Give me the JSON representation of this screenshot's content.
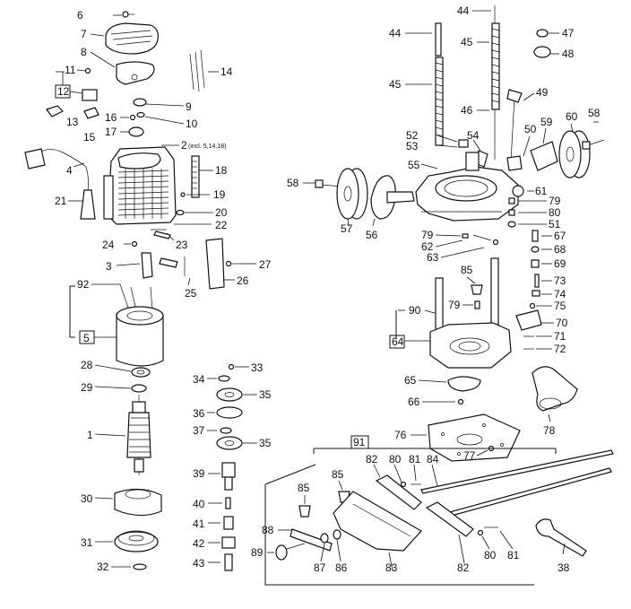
{
  "labels": [
    {
      "id": "p6",
      "text": "6"
    },
    {
      "id": "p7",
      "text": "7"
    },
    {
      "id": "p8",
      "text": "8"
    },
    {
      "id": "p11",
      "text": "11"
    },
    {
      "id": "p12",
      "text": "12"
    },
    {
      "id": "p13",
      "text": "13"
    },
    {
      "id": "p15",
      "text": "15"
    },
    {
      "id": "p16",
      "text": "16"
    },
    {
      "id": "p17",
      "text": "17"
    },
    {
      "id": "p9",
      "text": "9"
    },
    {
      "id": "p10",
      "text": "10"
    },
    {
      "id": "p14",
      "text": "14"
    },
    {
      "id": "p2",
      "text": "2"
    },
    {
      "id": "p2note",
      "text": "(incl. 5,14,18)"
    },
    {
      "id": "p4",
      "text": "4"
    },
    {
      "id": "p18",
      "text": "18"
    },
    {
      "id": "p19",
      "text": "19"
    },
    {
      "id": "p21",
      "text": "21"
    },
    {
      "id": "p20",
      "text": "20"
    },
    {
      "id": "p22",
      "text": "22"
    },
    {
      "id": "p24",
      "text": "24"
    },
    {
      "id": "p23",
      "text": "23"
    },
    {
      "id": "p3",
      "text": "3"
    },
    {
      "id": "p25",
      "text": "25"
    },
    {
      "id": "p27",
      "text": "27"
    },
    {
      "id": "p26",
      "text": "26"
    },
    {
      "id": "p92",
      "text": "92"
    },
    {
      "id": "p5",
      "text": "5"
    },
    {
      "id": "p28",
      "text": "28"
    },
    {
      "id": "p29",
      "text": "29"
    },
    {
      "id": "p1",
      "text": "1"
    },
    {
      "id": "p30",
      "text": "30"
    },
    {
      "id": "p31",
      "text": "31"
    },
    {
      "id": "p32",
      "text": "32"
    },
    {
      "id": "p33",
      "text": "33"
    },
    {
      "id": "p34",
      "text": "34"
    },
    {
      "id": "p35a",
      "text": "35"
    },
    {
      "id": "p36",
      "text": "36"
    },
    {
      "id": "p37",
      "text": "37"
    },
    {
      "id": "p35b",
      "text": "35"
    },
    {
      "id": "p39",
      "text": "39"
    },
    {
      "id": "p40",
      "text": "40"
    },
    {
      "id": "p41",
      "text": "41"
    },
    {
      "id": "p42",
      "text": "42"
    },
    {
      "id": "p43",
      "text": "43"
    },
    {
      "id": "p44a",
      "text": "44"
    },
    {
      "id": "p44b",
      "text": "44"
    },
    {
      "id": "p45a",
      "text": "45"
    },
    {
      "id": "p45b",
      "text": "45"
    },
    {
      "id": "p47",
      "text": "47"
    },
    {
      "id": "p48",
      "text": "48"
    },
    {
      "id": "p49",
      "text": "49"
    },
    {
      "id": "p46",
      "text": "46"
    },
    {
      "id": "p52",
      "text": "52"
    },
    {
      "id": "p53",
      "text": "53"
    },
    {
      "id": "p54",
      "text": "54"
    },
    {
      "id": "p50",
      "text": "50"
    },
    {
      "id": "p59",
      "text": "59"
    },
    {
      "id": "p60",
      "text": "60"
    },
    {
      "id": "p58a",
      "text": "58"
    },
    {
      "id": "p55",
      "text": "55"
    },
    {
      "id": "p58b",
      "text": "58"
    },
    {
      "id": "p61",
      "text": "61"
    },
    {
      "id": "p79a",
      "text": "79"
    },
    {
      "id": "p80a",
      "text": "80"
    },
    {
      "id": "p51",
      "text": "51"
    },
    {
      "id": "p57",
      "text": "57"
    },
    {
      "id": "p56",
      "text": "56"
    },
    {
      "id": "p79b",
      "text": "79"
    },
    {
      "id": "p62",
      "text": "62"
    },
    {
      "id": "p63",
      "text": "63"
    },
    {
      "id": "p67",
      "text": "67"
    },
    {
      "id": "p68",
      "text": "68"
    },
    {
      "id": "p69",
      "text": "69"
    },
    {
      "id": "p85a",
      "text": "85"
    },
    {
      "id": "p73",
      "text": "73"
    },
    {
      "id": "p79c",
      "text": "79"
    },
    {
      "id": "p74",
      "text": "74"
    },
    {
      "id": "p90",
      "text": "90"
    },
    {
      "id": "p75",
      "text": "75"
    },
    {
      "id": "p70",
      "text": "70"
    },
    {
      "id": "p64",
      "text": "64"
    },
    {
      "id": "p71",
      "text": "71"
    },
    {
      "id": "p72",
      "text": "72"
    },
    {
      "id": "p65",
      "text": "65"
    },
    {
      "id": "p66",
      "text": "66"
    },
    {
      "id": "p78",
      "text": "78"
    },
    {
      "id": "p76",
      "text": "76"
    },
    {
      "id": "p91",
      "text": "91"
    },
    {
      "id": "p77",
      "text": "77"
    },
    {
      "id": "p82a",
      "text": "82"
    },
    {
      "id": "p80b",
      "text": "80"
    },
    {
      "id": "p81a",
      "text": "81"
    },
    {
      "id": "p84",
      "text": "84"
    },
    {
      "id": "p85b",
      "text": "85"
    },
    {
      "id": "p85c",
      "text": "85"
    },
    {
      "id": "p88",
      "text": "88"
    },
    {
      "id": "p89",
      "text": "89"
    },
    {
      "id": "p87",
      "text": "87"
    },
    {
      "id": "p86",
      "text": "86"
    },
    {
      "id": "p83",
      "text": "83"
    },
    {
      "id": "p82b",
      "text": "82"
    },
    {
      "id": "p80c",
      "text": "80"
    },
    {
      "id": "p81b",
      "text": "81"
    },
    {
      "id": "p38",
      "text": "38"
    }
  ]
}
